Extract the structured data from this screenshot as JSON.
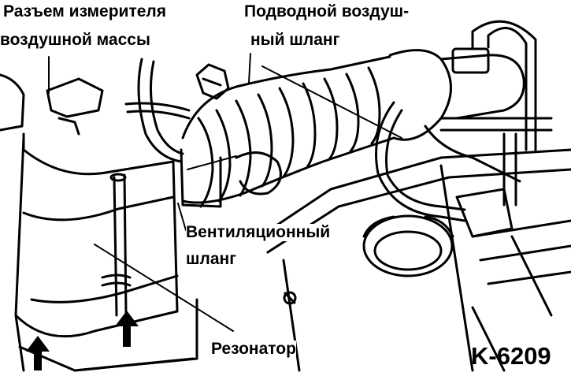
{
  "labels": {
    "maf_connector": [
      "Разъем измерителя",
      "воздушной массы"
    ],
    "air_intake_hose": [
      "Подводной воздуш-",
      "ный шланг"
    ],
    "vent_hose": [
      "Вентиляционный",
      "шланг"
    ],
    "resonator": "Резонатор"
  },
  "figure_code": "K-6209",
  "colors": {
    "ink": "#000000",
    "paper": "#ffffff"
  }
}
